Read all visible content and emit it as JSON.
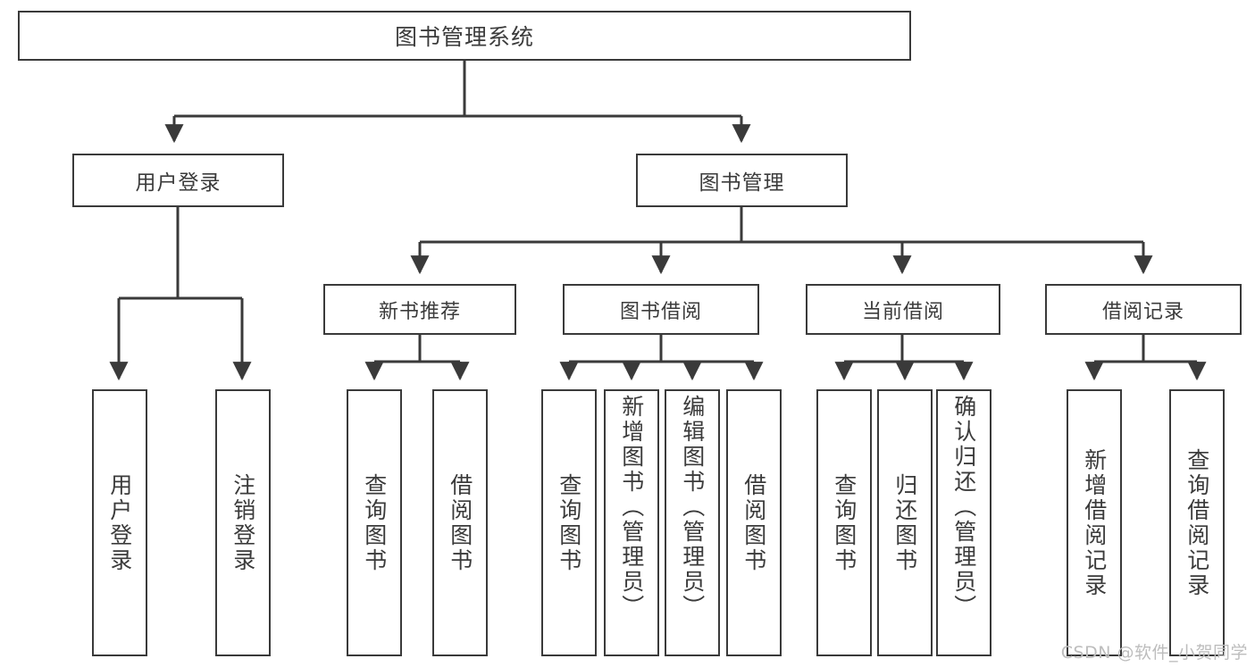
{
  "diagram": {
    "title": "图书管理系统",
    "type": "tree-hierarchy-chart",
    "colors": {
      "background": "#ffffff",
      "box_border": "#3a3a3a",
      "box_fill": "#ffffff",
      "connector": "#3a3a3a",
      "text": "#3b3b3b",
      "watermark": "#bdbdbd"
    },
    "root": {
      "label": "图书管理系统"
    },
    "level1": [
      {
        "id": "user-login",
        "label": "用户登录"
      },
      {
        "id": "book-manage",
        "label": "图书管理"
      }
    ],
    "level2": [
      {
        "id": "new-book-recommend",
        "label": "新书推荐",
        "parent": "book-manage"
      },
      {
        "id": "book-borrow",
        "label": "图书借阅",
        "parent": "book-manage"
      },
      {
        "id": "current-borrow",
        "label": "当前借阅",
        "parent": "book-manage"
      },
      {
        "id": "borrow-record",
        "label": "借阅记录",
        "parent": "book-manage"
      }
    ],
    "leaves": {
      "user-login": [
        {
          "id": "user-login-action",
          "label": "用户登录"
        },
        {
          "id": "user-logout-action",
          "label": "注销登录"
        }
      ],
      "new-book-recommend": [
        {
          "id": "query-book-1",
          "label": "查询图书"
        },
        {
          "id": "borrow-book-1",
          "label": "借阅图书"
        }
      ],
      "book-borrow": [
        {
          "id": "query-book-2",
          "label": "查询图书"
        },
        {
          "id": "add-book-admin",
          "label": "新增图书（管理员）"
        },
        {
          "id": "edit-book-admin",
          "label": "编辑图书（管理员）"
        },
        {
          "id": "borrow-book-2",
          "label": "借阅图书"
        }
      ],
      "current-borrow": [
        {
          "id": "query-book-3",
          "label": "查询图书"
        },
        {
          "id": "return-book",
          "label": "归还图书"
        },
        {
          "id": "confirm-return-admin",
          "label": "确认归还（管理员）"
        }
      ],
      "borrow-record": [
        {
          "id": "add-borrow-record",
          "label": "新增借阅记录"
        },
        {
          "id": "query-borrow-record",
          "label": "查询借阅记录"
        }
      ]
    }
  },
  "watermark": {
    "text": "CSDN @软件_小贺同学"
  }
}
